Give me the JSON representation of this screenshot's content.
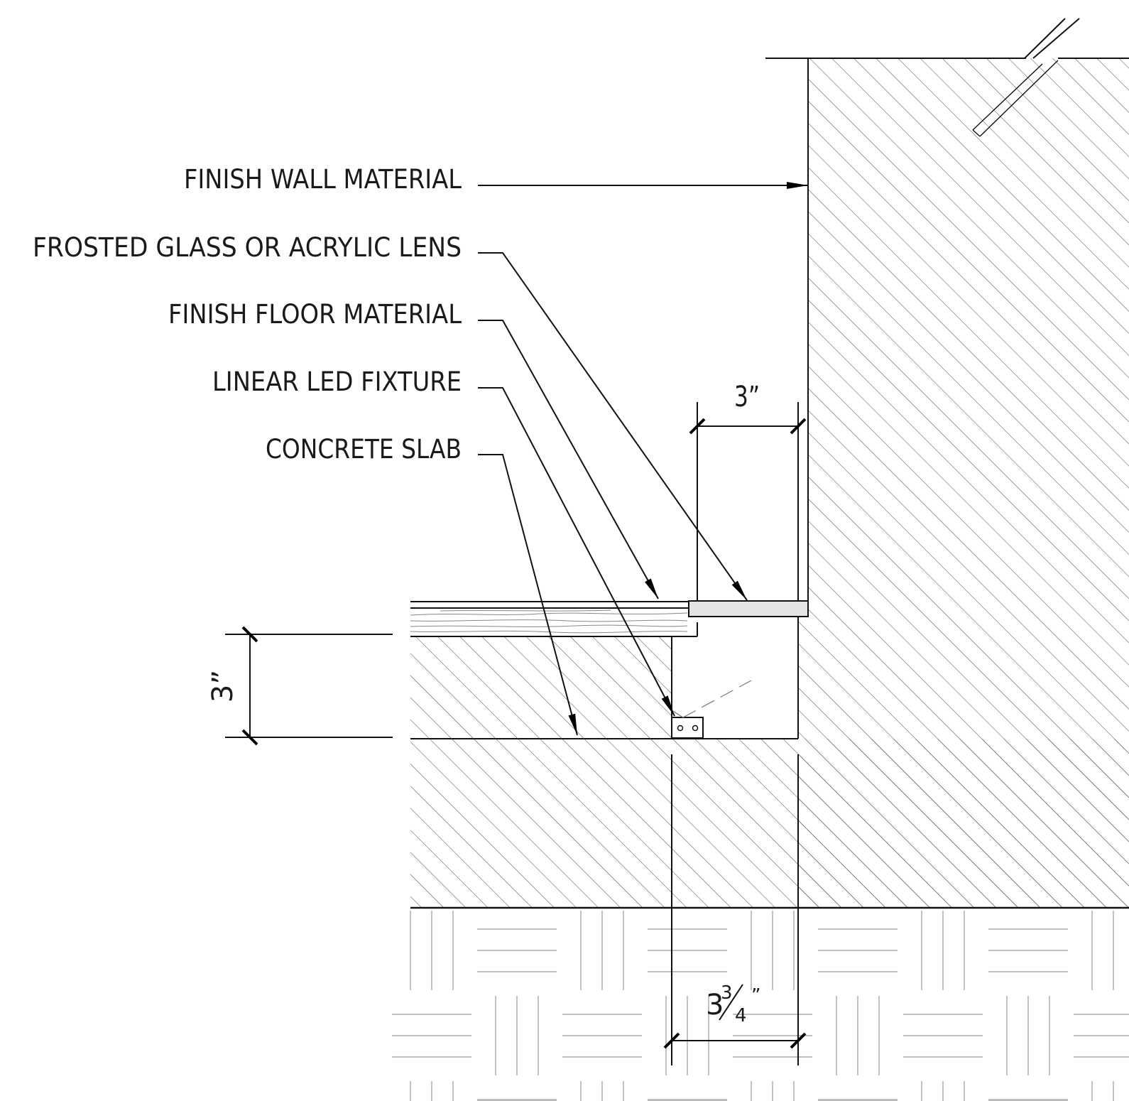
{
  "labels": {
    "finish_wall": "FINISH WALL MATERIAL",
    "lens": "FROSTED GLASS OR ACRYLIC LENS",
    "finish_floor": "FINISH FLOOR MATERIAL",
    "led_fixture": "LINEAR LED FIXTURE",
    "concrete_slab": "CONCRETE SLAB"
  },
  "dimensions": {
    "cove_width": "3”",
    "slab_depth": "3”",
    "recess_whole": "3",
    "recess_num": "3",
    "recess_den": "4",
    "recess_inch": "”"
  },
  "colors": {
    "line": "#111111",
    "hatch": "#555555",
    "lens_fill": "#e4e4e4",
    "background": "#ffffff"
  }
}
